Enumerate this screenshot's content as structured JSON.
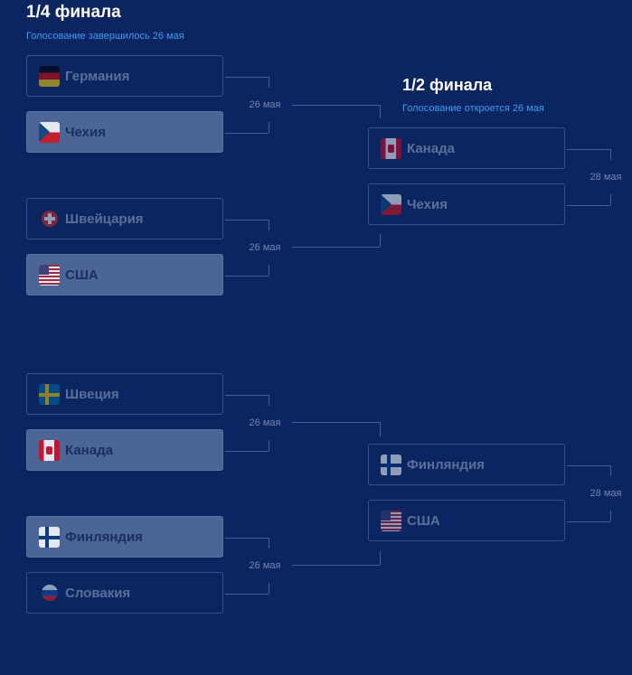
{
  "quarter": {
    "title": "1/4 финала",
    "subtitle": "Голосование завершилось 26 мая",
    "teams": [
      "Германия",
      "Чехия",
      "Швейцария",
      "США",
      "Швеция",
      "Канада",
      "Финляндия",
      "Словакия"
    ],
    "dates": [
      "26 мая",
      "26 мая",
      "26 мая",
      "26 мая"
    ]
  },
  "semi": {
    "title": "1/2 финала",
    "subtitle": "Голосование откроется 26 мая",
    "teams": [
      "Канада",
      "Чехия",
      "Финляндия",
      "США"
    ],
    "dates": [
      "28 мая",
      "28 мая"
    ]
  },
  "colors": {
    "background": "#0b2561",
    "subtitle": "#3d9cf0",
    "winner_card": "#4c6597",
    "card_border": "#3a5181"
  },
  "icons": {
    "germany": "flag-germany-icon",
    "czech": "flag-czech-icon",
    "switzerland": "flag-switzerland-icon",
    "usa": "flag-usa-icon",
    "sweden": "flag-sweden-icon",
    "canada": "flag-canada-icon",
    "finland": "flag-finland-icon",
    "slovakia": "flag-slovakia-icon"
  }
}
